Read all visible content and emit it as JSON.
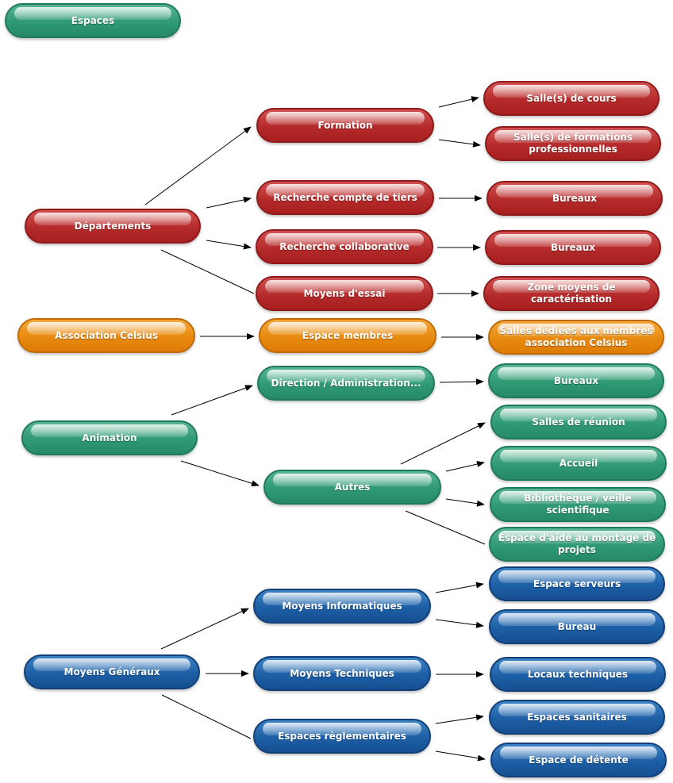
{
  "title": "Espaces",
  "nodes": {
    "espaces": "Espaces",
    "departements": "Départements",
    "formation": "Formation",
    "salles_cours": "Salle(s) de cours",
    "salles_formations": "Salle(s) de formations professionnelles",
    "recherche_tiers": "Recherche compte de tiers",
    "bureaux_tiers": "Bureaux",
    "recherche_collab": "Recherche collaborative",
    "bureaux_collab": "Bureaux",
    "moyens_essai": "Moyens d'essai",
    "zone_moyens": "Zone moyens de caractérisation",
    "association": "Association Celsius",
    "espace_membres": "Espace membres",
    "salles_dediees": "Salles dédiées aux membres association Celsius",
    "animation": "Animation",
    "direction": "Direction / Administration...",
    "bureaux_direction": "Bureaux",
    "autres": "Autres",
    "salles_reunion": "Salles de réunion",
    "accueil": "Accueil",
    "bibliotheque": "Bibliothèque / veille scientifique",
    "espace_aide": "Espace d'aide au montage de projets",
    "moyens_generaux": "Moyens Généraux",
    "moyens_info": "Moyens Informatiques",
    "espace_serveurs": "Espace serveurs",
    "bureau_info": "Bureau",
    "moyens_tech": "Moyens Techniques",
    "locaux_tech": "Locaux techniques",
    "espaces_regl": "Espaces règlementaires",
    "espaces_sanitaires": "Espaces sanitaires",
    "espace_detente": "Espace de détente"
  },
  "colors": {
    "red": "#b52b2b",
    "orange": "#e88a10",
    "green": "#2f9a74",
    "blue": "#1d5fa6"
  }
}
